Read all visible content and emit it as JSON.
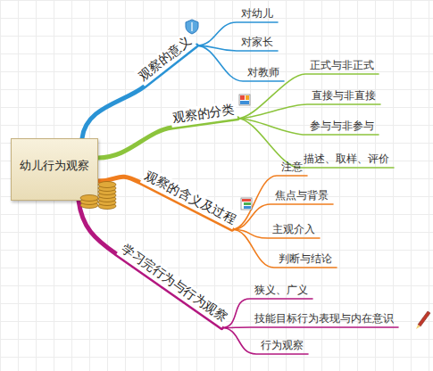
{
  "diagram": {
    "nodes": [
      {
        "text": [
          "幼儿行为观察"
        ]
      },
      {
        "text": [
          "观察的意义"
        ]
      },
      {
        "text": [
          "对幼儿"
        ]
      },
      {
        "text": [
          "对家长"
        ]
      },
      {
        "text": [
          "对教师"
        ]
      },
      {
        "text": [
          "观察的分类"
        ]
      },
      {
        "text": [
          "正式与非正式"
        ]
      },
      {
        "text": [
          "直接与非直接"
        ]
      },
      {
        "text": [
          "参与与非参与"
        ]
      },
      {
        "text": [
          "描述、取样、评价"
        ]
      },
      {
        "text": [
          "观察的含义及过程"
        ]
      },
      {
        "text": [
          "注意"
        ]
      },
      {
        "text": [
          "焦点与背景"
        ]
      },
      {
        "text": [
          "主观介入"
        ]
      },
      {
        "text": [
          "判断与结论"
        ]
      },
      {
        "text": [
          "学习完行为与行为观察"
        ]
      },
      {
        "text": [
          "狭义、广义"
        ]
      },
      {
        "text": [
          "技能目标行为表现与内在意识"
        ]
      },
      {
        "text": [
          "行为观察"
        ]
      }
    ],
    "edges": [
      {
        "from": 0,
        "to": 1,
        "arrow": "none"
      },
      {
        "from": 1,
        "to": 2,
        "arrow": "none"
      },
      {
        "from": 1,
        "to": 3,
        "arrow": "none"
      },
      {
        "from": 1,
        "to": 4,
        "arrow": "none"
      },
      {
        "from": 0,
        "to": 5,
        "arrow": "none"
      },
      {
        "from": 5,
        "to": 6,
        "arrow": "none"
      },
      {
        "from": 5,
        "to": 7,
        "arrow": "none"
      },
      {
        "from": 5,
        "to": 8,
        "arrow": "none"
      },
      {
        "from": 5,
        "to": 9,
        "arrow": "none"
      },
      {
        "from": 0,
        "to": 10,
        "arrow": "none"
      },
      {
        "from": 10,
        "to": 11,
        "arrow": "none"
      },
      {
        "from": 10,
        "to": 12,
        "arrow": "none"
      },
      {
        "from": 10,
        "to": 13,
        "arrow": "none"
      },
      {
        "from": 10,
        "to": 14,
        "arrow": "none"
      },
      {
        "from": 0,
        "to": 15,
        "arrow": "none"
      },
      {
        "from": 15,
        "to": 16,
        "arrow": "none"
      },
      {
        "from": 15,
        "to": 17,
        "arrow": "none"
      },
      {
        "from": 15,
        "to": 18,
        "arrow": "none"
      }
    ]
  }
}
